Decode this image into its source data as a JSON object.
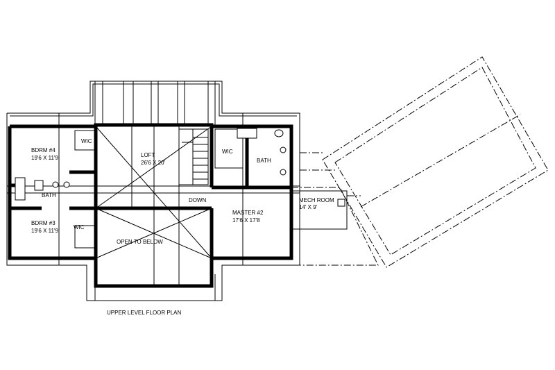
{
  "caption": "UPPER LEVEL FLOOR PLAN",
  "rooms": {
    "bdrm4": {
      "name": "BDRM #4",
      "size": "19'6 X 11'9"
    },
    "bdrm3": {
      "name": "BDRM #3",
      "size": "19'6 X 11'9"
    },
    "wic_top_left": "WIC",
    "wic_bottom_left": "WIC",
    "bath_left": "BATH",
    "loft": {
      "name": "LOFT",
      "size": "26'6 X 20'"
    },
    "open_to_below": "OPEN TO BELOW",
    "down": "DOWN",
    "wic_right": "WIC",
    "bath_right": "BATH",
    "master": {
      "name": "MASTER #2",
      "size": "17'6 X 17'8"
    },
    "mech": {
      "name": "MECH ROOM",
      "size": "14' X 9'"
    }
  }
}
